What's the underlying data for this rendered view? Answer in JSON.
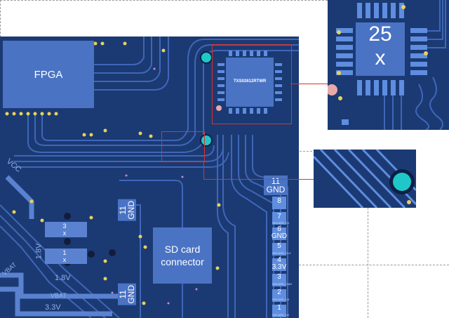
{
  "colors": {
    "board": "#1b3a73",
    "trace": "#3f66b8",
    "label_fill": "#4a73c4",
    "pad": "#e8d25a",
    "via": "#1fc7c9",
    "highlight": "#d9342b"
  },
  "labels": {
    "fpga": "FPGA",
    "sd_connector": "SD card connector",
    "chip": "TXS02612RTWR",
    "gnd_left_top": "11\nGND",
    "gnd_left_bottom": "11\nGND",
    "gnd_right": "11 GND",
    "vcc": "VCC",
    "v1_8_vert": "1.8V",
    "v1_8": "1.8V",
    "vbat": "VBAT",
    "vbat_left": "VBAT",
    "v3_3": "3.3V",
    "v3_3_pin": "3.3V",
    "res_3x": "3\nx",
    "res_1x": "1\nx",
    "zoom_count_num": "25",
    "zoom_count_x": "x"
  },
  "pins": [
    {
      "num": "8",
      "net": ""
    },
    {
      "num": "7",
      "net": "SDCARD_D1"
    },
    {
      "num": "6",
      "net": "GND"
    },
    {
      "num": "5",
      "net": "SDCARD_CLK"
    },
    {
      "num": "4",
      "net": "3.3V"
    },
    {
      "num": "3",
      "net": "SDCARD_CMD"
    },
    {
      "num": "2",
      "net": "SDCARD_D3"
    },
    {
      "num": "1",
      "net": "SDCARD_D2"
    }
  ]
}
